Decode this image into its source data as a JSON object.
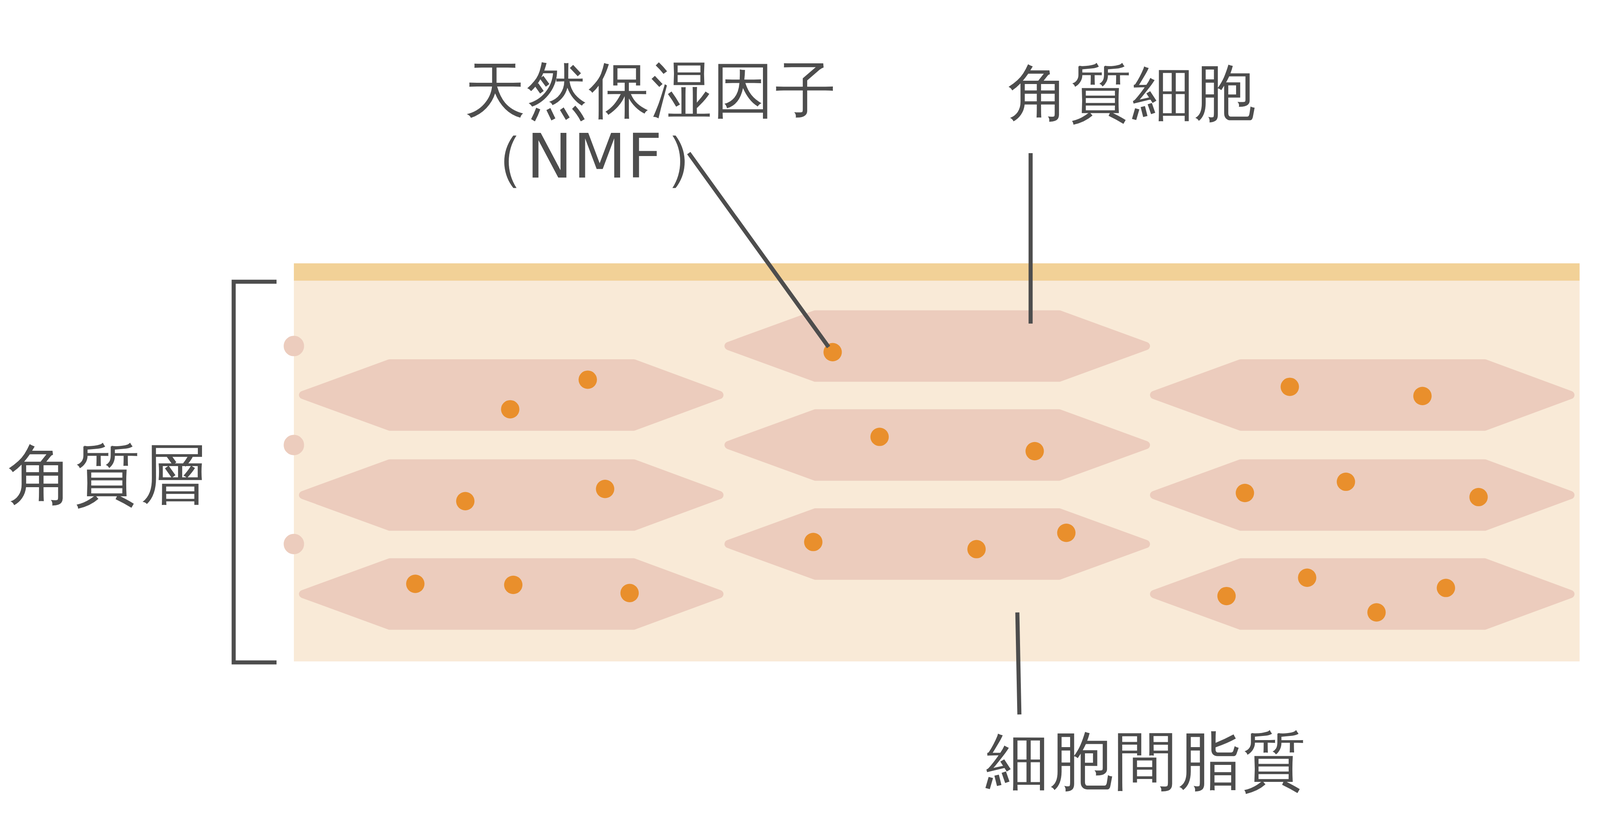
{
  "diagram": {
    "labels": [
      "天然保湿因子 （NMF）",
      "角質細胞",
      "角質層",
      "細胞間脂質"
    ]
  }
}
